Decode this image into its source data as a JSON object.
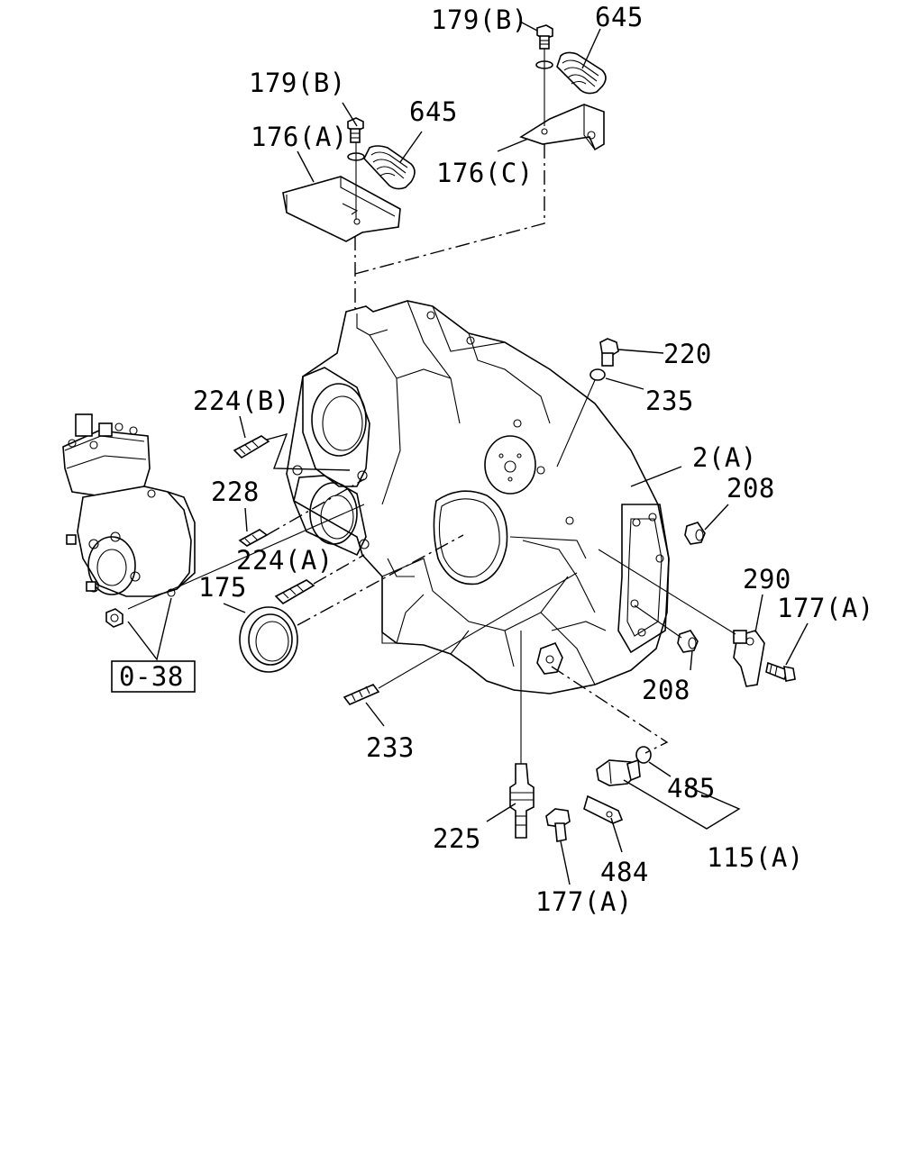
{
  "labels": {
    "bolt_179b_top": "179(B)",
    "shield_645_top": "645",
    "bolt_179b_left": "179(B)",
    "shield_645_left": "645",
    "bracket_176a": "176(A)",
    "bracket_176c": "176(C)",
    "bolt_220": "220",
    "oring_235": "235",
    "stud_224b": "224(B)",
    "housing_2a": "2(A)",
    "bush_208_upper": "208",
    "stud_228": "228",
    "stud_224a": "224(A)",
    "seal_175": "175",
    "plate_290": "290",
    "bolt_177a_right": "177(A)",
    "ref_0_38": "0-38",
    "bush_208_lower": "208",
    "stud_233": "233",
    "oring_485": "485",
    "stud_225": "225",
    "sensor_115a": "115(A)",
    "bracket_484": "484",
    "bolt_177a_bottom": "177(A)"
  }
}
